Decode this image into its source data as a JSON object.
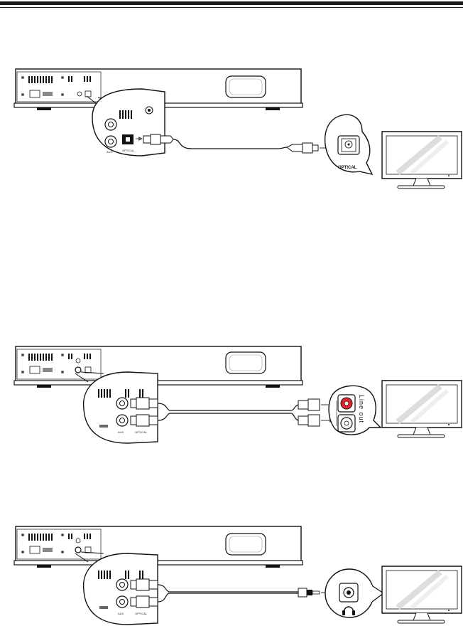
{
  "diagrams": [
    {
      "name": "optical-connection",
      "device_labels": {
        "aux": "AUX",
        "optical": "OPTICAL"
      },
      "tv_port_label": "OPTICAL"
    },
    {
      "name": "rca-line-out-connection",
      "device_labels": {
        "aux": "AUX",
        "optical": "OPTICAL"
      },
      "tv_port_label": "Line out"
    },
    {
      "name": "headphone-connection",
      "device_labels": {
        "aux": "AUX",
        "optical": "OPTICAL"
      }
    }
  ]
}
